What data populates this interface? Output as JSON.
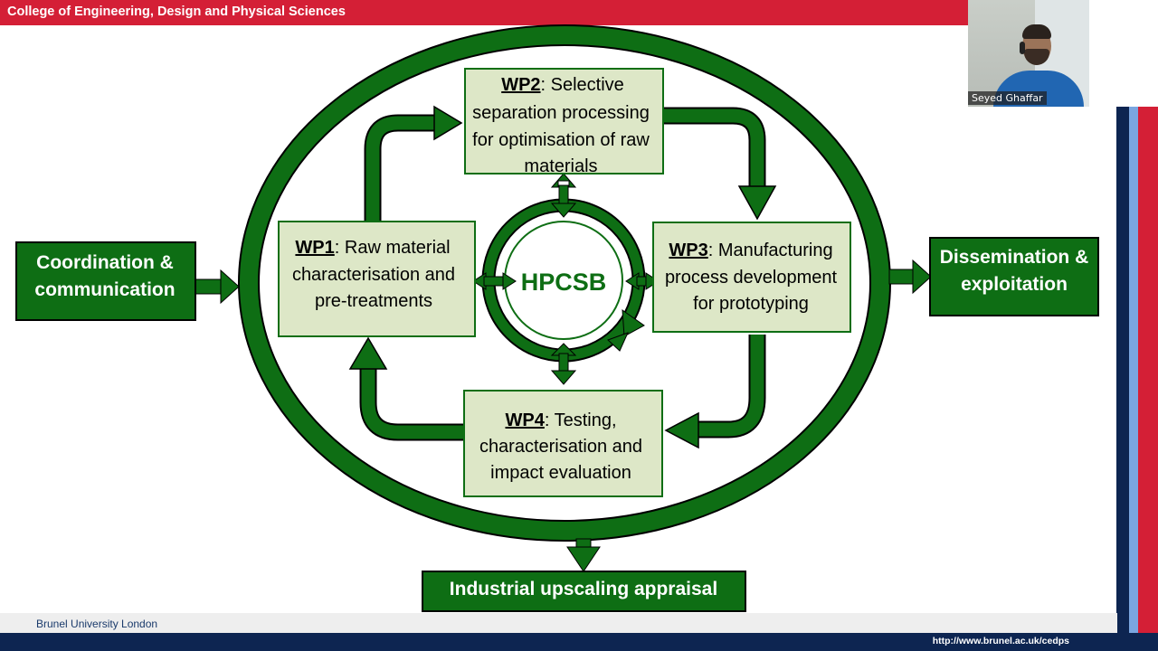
{
  "header": {
    "title": "College of Engineering, Design and Physical Sciences"
  },
  "video": {
    "participant_name": "Seyed Ghaffar"
  },
  "diagram": {
    "center": "HPCSB",
    "wp1": {
      "tag": "WP1",
      "rest": ": Raw material",
      "line2": "characterisation and",
      "line3": "pre-treatments"
    },
    "wp2": {
      "tag": "WP2",
      "rest": ": Selective",
      "line2": "separation processing",
      "line3": "for optimisation of raw",
      "line4": "materials"
    },
    "wp3": {
      "tag": "WP3",
      "rest": ": Manufacturing",
      "line2": "process development",
      "line3": "for prototyping"
    },
    "wp4": {
      "tag": "WP4",
      "rest": ": Testing,",
      "line2": "characterisation and",
      "line3": "impact evaluation"
    },
    "coordination": {
      "line1": "Coordination &",
      "line2": "communication"
    },
    "dissemination": {
      "line1": "Dissemination &",
      "line2": "exploitation"
    },
    "upscaling": "Industrial upscaling appraisal"
  },
  "footer": {
    "brand": "Brunel University London",
    "url": "http://www.brunel.ac.uk/cedps"
  },
  "colors": {
    "header_red": "#d41f36",
    "dark_green": "#0e6e14",
    "box_fill": "#dde7c7",
    "navy": "#0d2551",
    "light_blue": "#7aa6e0"
  }
}
